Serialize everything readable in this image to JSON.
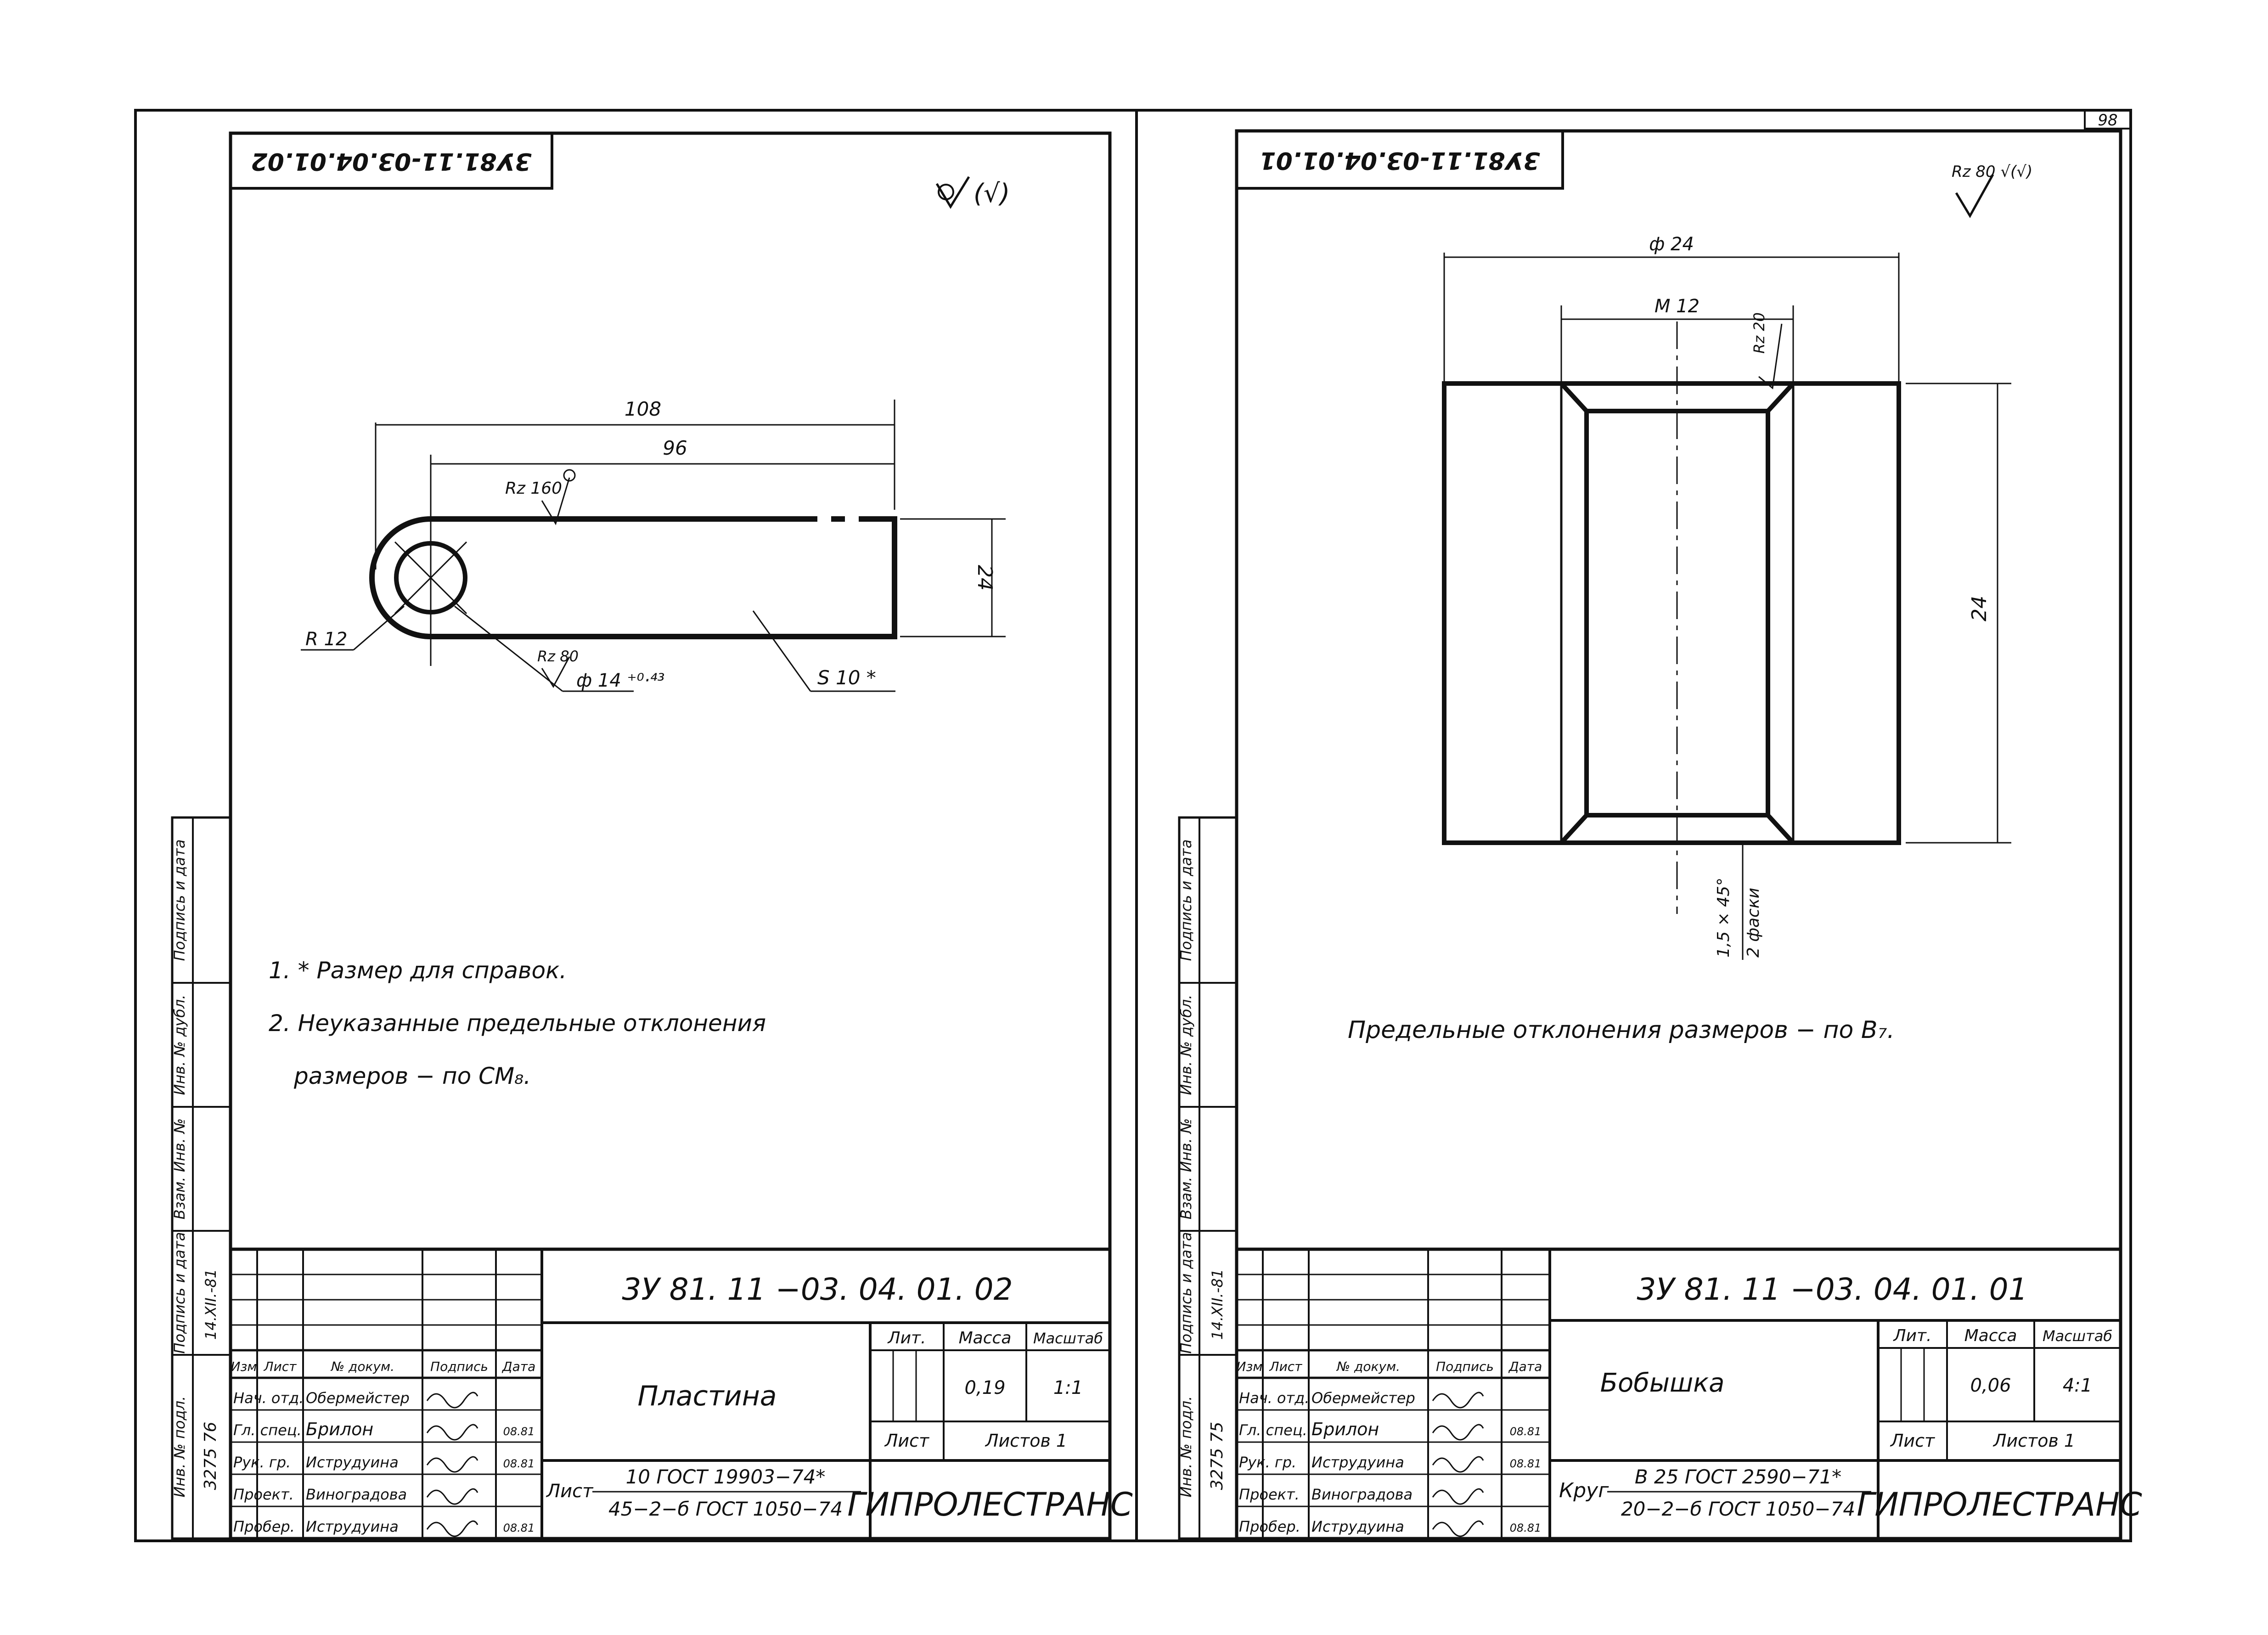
{
  "page_number": "98",
  "left_sheet": {
    "rotated_code": "3У81.11-03.04.01.02",
    "surface_mark": "(√)",
    "dims": {
      "length_overall": "108",
      "length_inner": "96",
      "roughness_top": "Rz 160",
      "height": "24",
      "radius": "R 12",
      "roughness_hole": "Rz 80",
      "hole_diameter": "ф 14 ⁺⁰·⁴³",
      "thickness": "S 10 *"
    },
    "notes": [
      "1. * Размер для справок.",
      "2. Неуказанные предельные отклонения",
      "размеров − по СМ₈."
    ],
    "stamp": {
      "doc_code": "3У 81. 11 −03. 04. 01. 02",
      "name": "Пластина",
      "col_headers": [
        "Изм",
        "Лист",
        "№ докум.",
        "Подпись",
        "Дата"
      ],
      "lit_label": "Лит.",
      "mass_label": "Масса",
      "scale_label": "Масштаб",
      "mass": "0,19",
      "scale": "1:1",
      "sheet_label": "Лист",
      "sheets_label": "Листов 1",
      "material_prefix": "Лист",
      "material_top": "10 ГОСТ 19903−74*",
      "material_bottom": "45−2−б ГОСТ 1050−74",
      "org": "ГИПРОЛЕСТРАНС",
      "roles": [
        "Нач. отд.",
        "Гл. спец.",
        "Рук. гр.",
        "Проект.",
        "Пробер."
      ],
      "names": [
        "Обермейстер",
        "Брилон",
        "Иструдуина",
        "Виноградова",
        "Иструдуина"
      ],
      "dates": [
        "",
        "08.81",
        "08.81",
        "",
        "08.81"
      ],
      "side_fields": [
        "Инв. № подл.",
        "Подпись и дата",
        "Взам. Инв. №",
        "Инв. № дубл.",
        "Подпись и дата"
      ],
      "side_inv": "3275 76",
      "side_date": "14.XII.-81"
    }
  },
  "right_sheet": {
    "rotated_code": "3У81.11-03.04.01.01",
    "surface_mark": "Rz 80 √(√)",
    "dims": {
      "outer_diameter": "ф 24",
      "thread": "М 12",
      "roughness": "Rz 20",
      "height": "24",
      "chamfer_1": "1,5 × 45°",
      "chamfer_2": "2 фаски"
    },
    "note": "Предельные отклонения размеров − по В₇.",
    "stamp": {
      "doc_code": "3У 81. 11 −03. 04. 01. 01",
      "name": "Бобышка",
      "col_headers": [
        "Изм",
        "Лист",
        "№ докум.",
        "Подпись",
        "Дата"
      ],
      "lit_label": "Лит.",
      "mass_label": "Масса",
      "scale_label": "Масштаб",
      "mass": "0,06",
      "scale": "4:1",
      "sheet_label": "Лист",
      "sheets_label": "Листов 1",
      "material_prefix": "Круг",
      "material_top": "В 25 ГОСТ 2590−71*",
      "material_bottom": "20−2−б ГОСТ 1050−74",
      "org": "ГИПРОЛЕСТРАНС",
      "roles": [
        "Нач. отд.",
        "Гл. спец.",
        "Рук. гр.",
        "Проект.",
        "Пробер."
      ],
      "names": [
        "Обермейстер",
        "Брилон",
        "Иструдуина",
        "Виноградова",
        "Иструдуина"
      ],
      "dates": [
        "",
        "08.81",
        "08.81",
        "",
        "08.81"
      ],
      "side_fields": [
        "Инв. № подл.",
        "Подпись и дата",
        "Взам. Инв. №",
        "Инв. № дубл.",
        "Подпись и дата"
      ],
      "side_inv": "3275 75",
      "side_date": "14.XII.-81"
    }
  }
}
